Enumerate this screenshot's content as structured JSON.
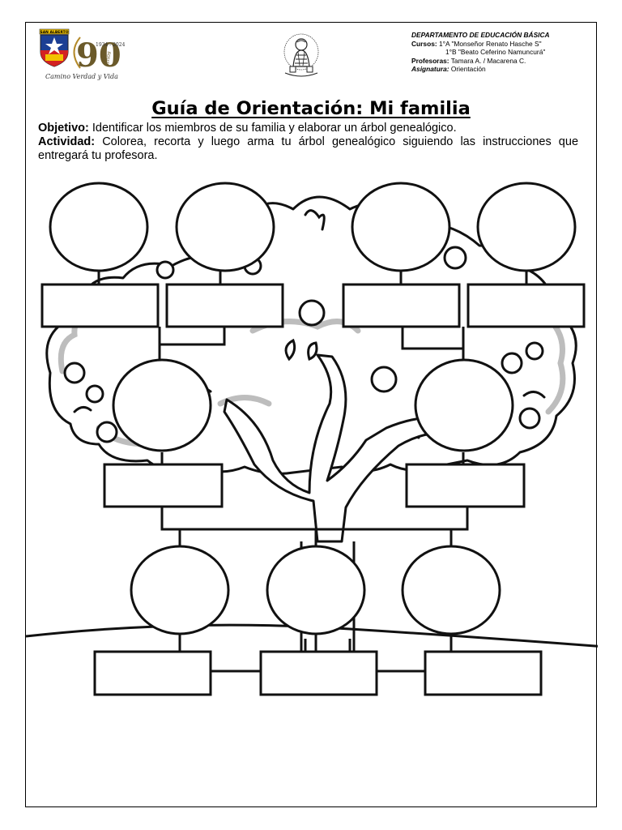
{
  "header": {
    "school_badge_text": "SAN ALBERTO",
    "anniversary_years": "1934 - 2024",
    "anniversary_number": "90",
    "anniversary_suffix": "años",
    "motto": "Camino Verdad y Vida",
    "department": "DEPARTAMENTO DE EDUCACIÓN BÁSICA",
    "courses_label": "Cursos:",
    "course_1": "1°A \"Monseñor Renato Hasche S\"",
    "course_2": "1°B \"Beato Ceferino Namuncurá\"",
    "teachers_label": "Profesoras:",
    "teachers": "Tamara A. / Macarena C.",
    "subject_label": "Asignatura:",
    "subject": "Orientación"
  },
  "title": "Guía de Orientación: Mi familia",
  "objective_label": "Objetivo:",
  "objective": "Identificar los miembros de su familia y elaborar un árbol genealógico.",
  "activity_label": "Actividad:",
  "activity": "Colorea, recorta y luego arma tu árbol genealógico siguiendo las instrucciones que entregará tu profesora.",
  "tree": {
    "grandparents_slots": 4,
    "parents_slots": 2,
    "children_slots": 3
  }
}
